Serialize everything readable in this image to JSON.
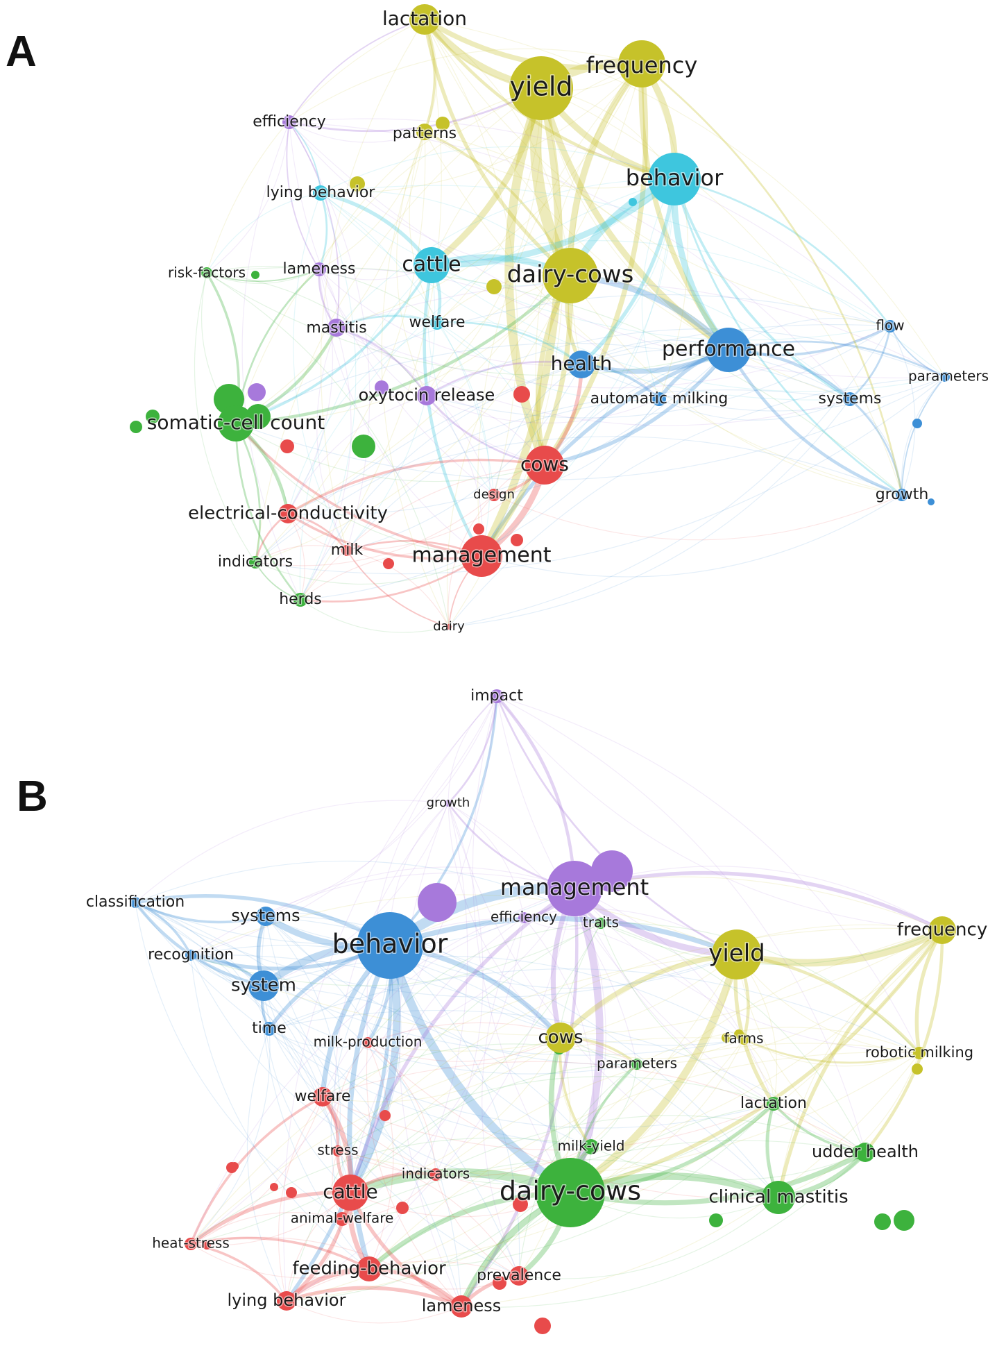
{
  "panels": [
    {
      "letter": "A",
      "nodes": [
        {
          "id": "lactation",
          "label": "lactation",
          "cluster": "yellow",
          "weight": 3
        },
        {
          "id": "yield",
          "label": "yield",
          "cluster": "yellow",
          "weight": 9
        },
        {
          "id": "frequency",
          "label": "frequency",
          "cluster": "yellow",
          "weight": 6
        },
        {
          "id": "efficiency",
          "label": "efficiency",
          "cluster": "purple",
          "weight": 1.5
        },
        {
          "id": "patterns",
          "label": "patterns",
          "cluster": "yellow",
          "weight": 2
        },
        {
          "id": "behavior",
          "label": "behavior",
          "cluster": "cyan",
          "weight": 6
        },
        {
          "id": "lying-behavior",
          "label": "lying behavior",
          "cluster": "cyan",
          "weight": 2
        },
        {
          "id": "risk-factors",
          "label": "risk-factors",
          "cluster": "green",
          "weight": 1
        },
        {
          "id": "lameness",
          "label": "lameness",
          "cluster": "purple",
          "weight": 1.5
        },
        {
          "id": "cattle",
          "label": "cattle",
          "cluster": "cyan",
          "weight": 4
        },
        {
          "id": "dairy-cows",
          "label": "dairy-cows",
          "cluster": "yellow",
          "weight": 7
        },
        {
          "id": "welfare",
          "label": "welfare",
          "cluster": "cyan",
          "weight": 1.5
        },
        {
          "id": "mastitis",
          "label": "mastitis",
          "cluster": "purple",
          "weight": 2
        },
        {
          "id": "flow",
          "label": "flow",
          "cluster": "blue",
          "weight": 1.2
        },
        {
          "id": "performance",
          "label": "performance",
          "cluster": "blue",
          "weight": 5
        },
        {
          "id": "health",
          "label": "health",
          "cluster": "blue",
          "weight": 3
        },
        {
          "id": "parameters",
          "label": "parameters",
          "cluster": "blue",
          "weight": 0.8
        },
        {
          "id": "oxytocin-release",
          "label": "oxytocin release",
          "cluster": "purple",
          "weight": 2
        },
        {
          "id": "automatic-milking",
          "label": "automatic milking",
          "cluster": "blue",
          "weight": 1.5
        },
        {
          "id": "systems",
          "label": "systems",
          "cluster": "blue",
          "weight": 1.5
        },
        {
          "id": "somatic-cell-count",
          "label": "somatic-cell count",
          "cluster": "green",
          "weight": 5
        },
        {
          "id": "cows",
          "label": "cows",
          "cluster": "red",
          "weight": 5
        },
        {
          "id": "design",
          "label": "design",
          "cluster": "red",
          "weight": 1.2
        },
        {
          "id": "growth",
          "label": "growth",
          "cluster": "blue",
          "weight": 1.2
        },
        {
          "id": "electrical-conductivity",
          "label": "electrical-conductivity",
          "cluster": "red",
          "weight": 2
        },
        {
          "id": "milk",
          "label": "milk",
          "cluster": "red",
          "weight": 1
        },
        {
          "id": "indicators",
          "label": "indicators",
          "cluster": "green",
          "weight": 1
        },
        {
          "id": "management",
          "label": "management",
          "cluster": "red",
          "weight": 5
        },
        {
          "id": "herds",
          "label": "herds",
          "cluster": "green",
          "weight": 1.2
        },
        {
          "id": "dairy",
          "label": "dairy",
          "cluster": "red",
          "weight": 0.6
        }
      ]
    },
    {
      "letter": "B",
      "nodes": [
        {
          "id": "impact",
          "label": "impact",
          "cluster": "purple",
          "weight": 1.2
        },
        {
          "id": "growth",
          "label": "growth",
          "cluster": "purple",
          "weight": 0.8
        },
        {
          "id": "classification",
          "label": "classification",
          "cluster": "blue",
          "weight": 1.2
        },
        {
          "id": "management",
          "label": "management",
          "cluster": "purple",
          "weight": 7
        },
        {
          "id": "systems",
          "label": "systems",
          "cluster": "blue",
          "weight": 2
        },
        {
          "id": "efficiency",
          "label": "efficiency",
          "cluster": "purple",
          "weight": 1
        },
        {
          "id": "traits",
          "label": "traits",
          "cluster": "green",
          "weight": 1
        },
        {
          "id": "frequency",
          "label": "frequency",
          "cluster": "yellow",
          "weight": 3
        },
        {
          "id": "behavior",
          "label": "behavior",
          "cluster": "blue",
          "weight": 9
        },
        {
          "id": "yield",
          "label": "yield",
          "cluster": "yellow",
          "weight": 6
        },
        {
          "id": "recognition",
          "label": "recognition",
          "cluster": "blue",
          "weight": 1.2
        },
        {
          "id": "system",
          "label": "system",
          "cluster": "blue",
          "weight": 3
        },
        {
          "id": "time",
          "label": "time",
          "cluster": "blue",
          "weight": 1.5
        },
        {
          "id": "milk-production",
          "label": "milk-production",
          "cluster": "red",
          "weight": 1
        },
        {
          "id": "cows",
          "label": "cows",
          "cluster": "yellow",
          "weight": 3
        },
        {
          "id": "farms",
          "label": "farms",
          "cluster": "yellow",
          "weight": 1
        },
        {
          "id": "robotic-milking",
          "label": "robotic milking",
          "cluster": "yellow",
          "weight": 1.2
        },
        {
          "id": "parameters",
          "label": "parameters",
          "cluster": "green",
          "weight": 1
        },
        {
          "id": "welfare",
          "label": "welfare",
          "cluster": "red",
          "weight": 2
        },
        {
          "id": "lactation",
          "label": "lactation",
          "cluster": "green",
          "weight": 1.5
        },
        {
          "id": "stress",
          "label": "stress",
          "cluster": "red",
          "weight": 1
        },
        {
          "id": "milk-yield",
          "label": "milk-yield",
          "cluster": "green",
          "weight": 1.5
        },
        {
          "id": "udder-health",
          "label": "udder health",
          "cluster": "green",
          "weight": 2
        },
        {
          "id": "indicators",
          "label": "indicators",
          "cluster": "red",
          "weight": 1
        },
        {
          "id": "cattle",
          "label": "cattle",
          "cluster": "red",
          "weight": 5
        },
        {
          "id": "dairy-cows",
          "label": "dairy-cows",
          "cluster": "green",
          "weight": 10
        },
        {
          "id": "clinical-mastitis",
          "label": "clinical mastitis",
          "cluster": "green",
          "weight": 4
        },
        {
          "id": "animal-welfare",
          "label": "animal-welfare",
          "cluster": "red",
          "weight": 1.2
        },
        {
          "id": "heat-stress",
          "label": "heat-stress",
          "cluster": "red",
          "weight": 1.2
        },
        {
          "id": "feeding-behavior",
          "label": "feeding-behavior",
          "cluster": "red",
          "weight": 3
        },
        {
          "id": "prevalence",
          "label": "prevalence",
          "cluster": "red",
          "weight": 2
        },
        {
          "id": "lying-behavior",
          "label": "lying behavior",
          "cluster": "red",
          "weight": 2
        },
        {
          "id": "lameness",
          "label": "lameness",
          "cluster": "red",
          "weight": 3
        }
      ]
    }
  ],
  "cluster_colors": {
    "red": "#e84b4b",
    "green": "#3db23d",
    "blue": "#3d8fd6",
    "yellow": "#c6c22a",
    "purple": "#a779db",
    "cyan": "#3ec6de"
  }
}
